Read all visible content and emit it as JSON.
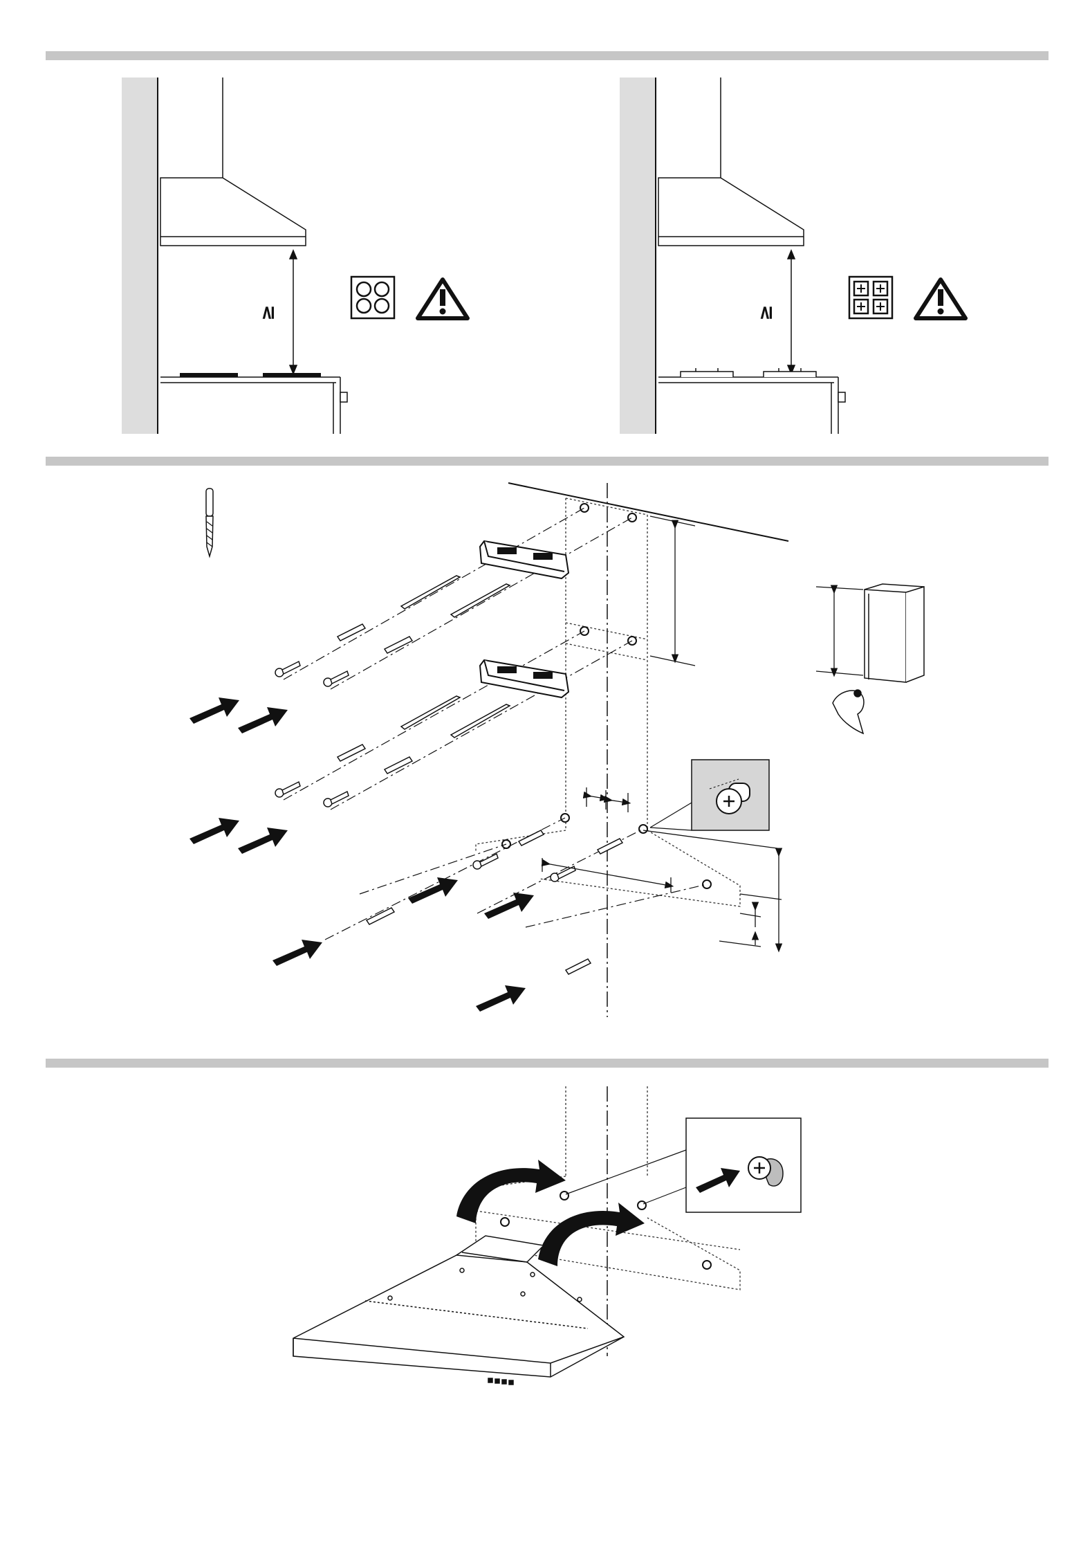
{
  "document": {
    "type": "installation-manual-page",
    "sections": [
      {
        "id": "clearance",
        "panels": [
          {
            "id": "electric-hob",
            "min_distance_symbol": "≥",
            "hob_icon": "electric-hob-icon",
            "warning_icon": "warning-triangle-icon"
          },
          {
            "id": "gas-hob",
            "min_distance_symbol": "≥",
            "hob_icon": "gas-hob-icon",
            "warning_icon": "warning-triangle-icon"
          }
        ]
      },
      {
        "id": "wall-fixing",
        "tool_icon": "drill-bit-icon",
        "detail_icon": "screw-detail-icon"
      },
      {
        "id": "hood-mounting",
        "detail_icon": "screw-detail-icon"
      }
    ]
  },
  "colors": {
    "section_bar": "#c6c6c6",
    "wall": "#dddddd",
    "line": "#111111",
    "arrow": "#111111",
    "detail_box": "#d6d6d6"
  }
}
